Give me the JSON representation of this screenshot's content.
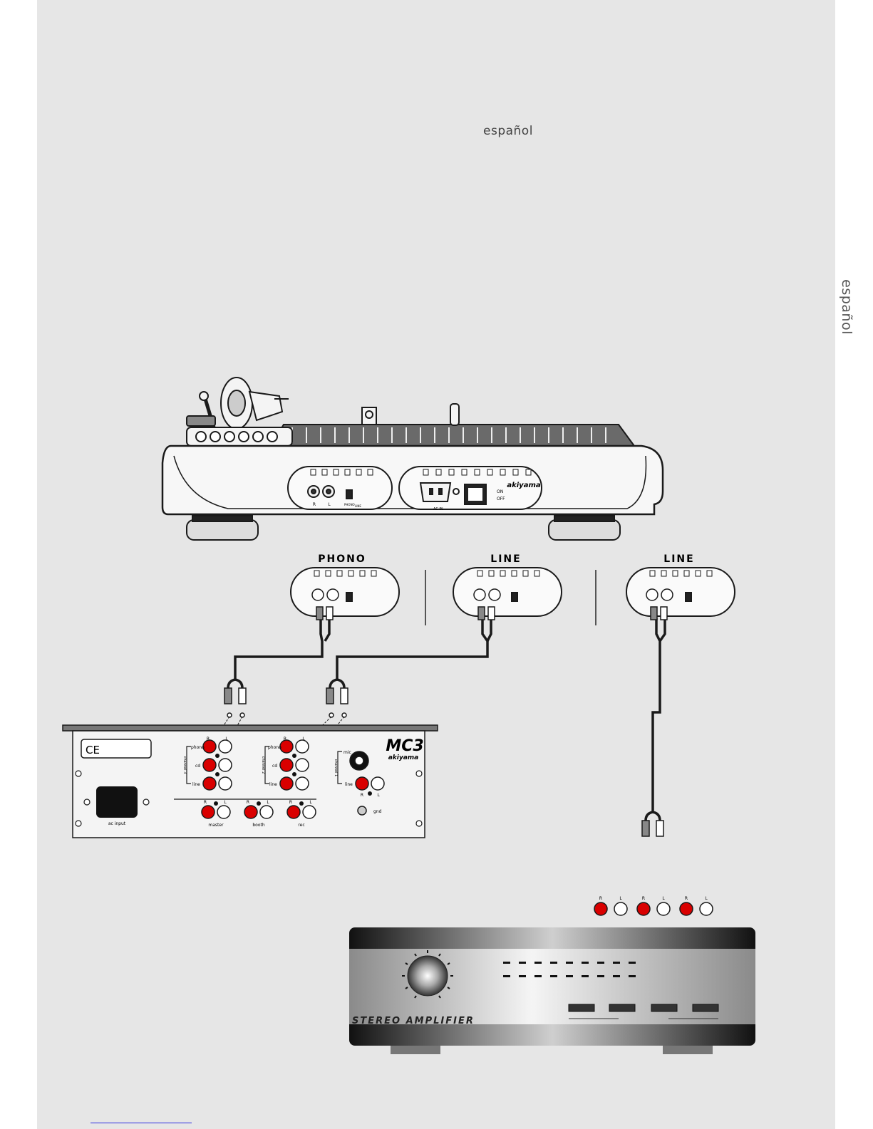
{
  "header": {
    "language_label": "español"
  },
  "sidebar": {
    "language_label": "español"
  },
  "turntable": {
    "brand": "akiyama",
    "port_r": "R",
    "port_l": "L",
    "switch_phono": "PHONO",
    "switch_line": "LINE",
    "ac_label": "AC IN",
    "power_on": "ON",
    "power_off": "OFF"
  },
  "modes": [
    {
      "label": "PHONO"
    },
    {
      "label": "LINE"
    },
    {
      "label": "LINE"
    }
  ],
  "mixer": {
    "model": "MC3",
    "brand": "akiyama",
    "ce_mark": "CE",
    "ac_input": "ac input",
    "channel3": "channel 3",
    "channel2": "channel 2",
    "channel1": "channel 1",
    "phono": "phono",
    "cd": "cd",
    "line": "line",
    "mic": "mic",
    "gnd": "gnd",
    "master": "master",
    "booth": "booth",
    "rec": "rec",
    "r": "R",
    "l": "L"
  },
  "amplifier": {
    "name": "STEREO AMPLIFIER",
    "jack_r": "R",
    "jack_l": "L"
  },
  "colors": {
    "jack_red": "#d90000",
    "page_bg": "#e6e6e6",
    "line": "#1a1a1a"
  }
}
